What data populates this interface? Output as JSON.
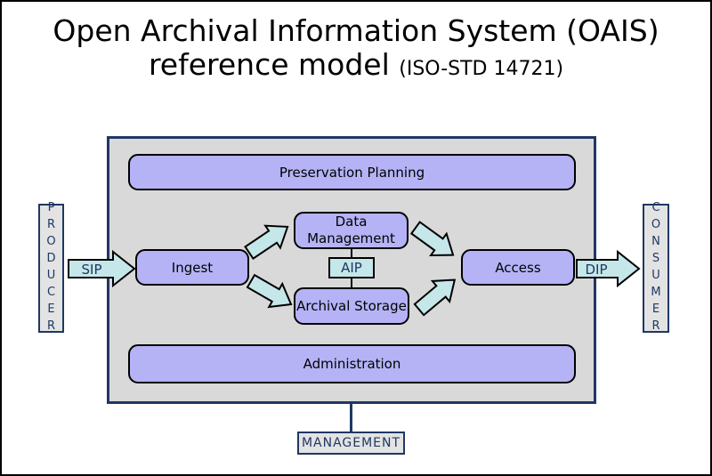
{
  "title": {
    "line1": "Open Archival Information System (OAIS)",
    "line2_main": "reference model ",
    "line2_sub": "(ISO-STD 14721)"
  },
  "entities": {
    "preservation_planning": "Preservation Planning",
    "ingest": "Ingest",
    "data_management": "Data\nManagement",
    "archival_storage": "Archival Storage",
    "access": "Access",
    "administration": "Administration"
  },
  "packages": {
    "sip": "SIP",
    "aip": "AIP",
    "dip": "DIP"
  },
  "actors": {
    "producer": "PRODUCER",
    "consumer": "CONSUMER",
    "management": "MANAGEMENT"
  },
  "colors": {
    "entity_fill": "#b5b3f6",
    "arrow_fill": "#c6e7e9",
    "container_fill": "#d9d9d9",
    "accent_navy": "#1f3864",
    "box_border": "#000000"
  }
}
